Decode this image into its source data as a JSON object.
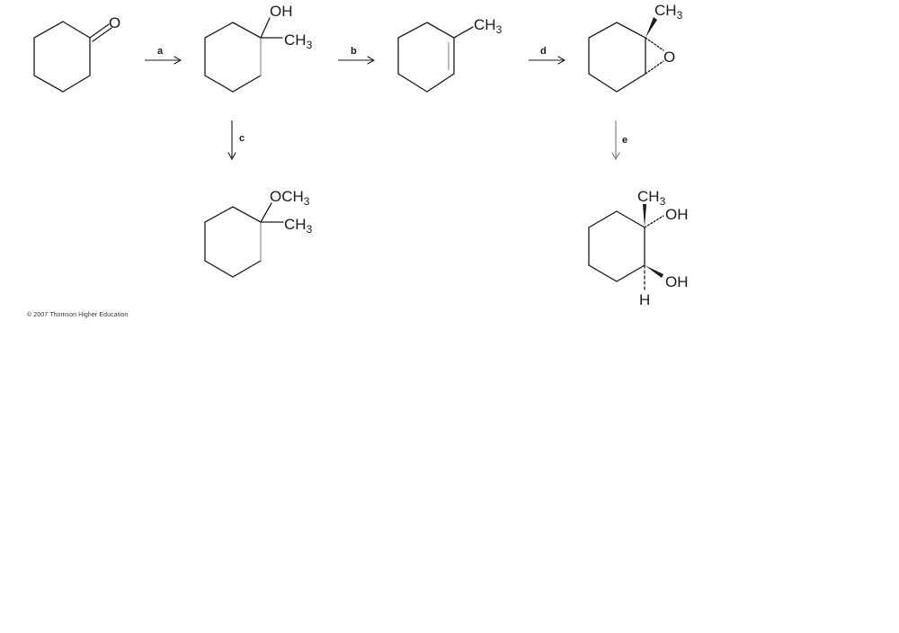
{
  "figure": {
    "type": "reaction-scheme",
    "compounds": [
      {
        "id": "cyclohexanone",
        "labels": {
          "o": "O"
        }
      },
      {
        "id": "1-methylcyclohexanol",
        "labels": {
          "oh": "OH",
          "ch3": "CH",
          "ch3_sub": "3"
        }
      },
      {
        "id": "1-methylcyclohexene",
        "labels": {
          "ch3": "CH",
          "ch3_sub": "3"
        }
      },
      {
        "id": "1-methylcyclohexene-oxide",
        "labels": {
          "ch3": "CH",
          "ch3_sub": "3",
          "o": "O"
        }
      },
      {
        "id": "1-methoxy-1-methylcyclohexane",
        "labels": {
          "och3": "OCH",
          "och3_sub": "3",
          "ch3": "CH",
          "ch3_sub": "3"
        }
      },
      {
        "id": "trans-1-methylcyclohexane-1,2-diol",
        "labels": {
          "ch3": "CH",
          "ch3_sub": "3",
          "oh1": "OH",
          "oh2": "OH",
          "h": "H"
        }
      }
    ],
    "arrows": [
      {
        "label": "a",
        "from": "cyclohexanone",
        "to": "1-methylcyclohexanol"
      },
      {
        "label": "b",
        "from": "1-methylcyclohexanol",
        "to": "1-methylcyclohexene"
      },
      {
        "label": "c",
        "from": "1-methylcyclohexanol",
        "to": "1-methoxy-1-methylcyclohexane"
      },
      {
        "label": "d",
        "from": "1-methylcyclohexene",
        "to": "1-methylcyclohexene-oxide"
      },
      {
        "label": "e",
        "from": "1-methylcyclohexene-oxide",
        "to": "trans-1-methylcyclohexane-1,2-diol"
      }
    ],
    "copyright": "© 2007 Thomson Higher Education"
  }
}
